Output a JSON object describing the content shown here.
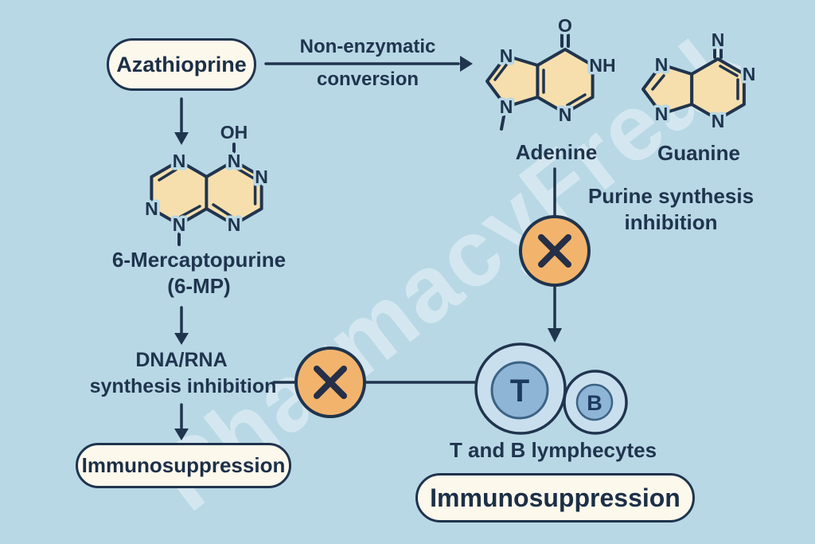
{
  "watermark": "PharmacyFreak",
  "nodes": {
    "azathioprine": "Azathioprine",
    "conversion": {
      "line1": "Non-enzymatic",
      "line2": "conversion"
    },
    "mp6": {
      "name": "6-Mercaptopurine",
      "abbr": "(6-MP)"
    },
    "dna": {
      "line1": "DNA/RNA",
      "line2": "synthesis inhibition"
    },
    "immunosuppression_left": "Immunosuppression",
    "adenine": "Adenine",
    "guanine": "Guanine",
    "purine": {
      "line1": "Purine synthesis",
      "line2": "inhibition"
    },
    "lymphocytes": "T and B lymphecytes",
    "t_cell": "T",
    "b_cell": "B",
    "immunosuppression_right": "Immunosuppression"
  },
  "structures": {
    "mp6_atoms": [
      "OH",
      "N",
      "N",
      "N",
      "N",
      "N",
      "N"
    ],
    "adenine_atoms": [
      "O",
      "NH",
      "N",
      "N",
      "N"
    ],
    "guanine_atoms": [
      "N",
      "N",
      "N",
      "N",
      "N"
    ]
  },
  "colors": {
    "background": "#b8d8e5",
    "ink": "#20344e",
    "pill_fill": "#fcf8ec",
    "structure_fill": "#f6dfad",
    "inhibition_fill": "#f2b46c",
    "cell_outer": "#c9dfee",
    "cell_inner": "#8fb5d6"
  }
}
